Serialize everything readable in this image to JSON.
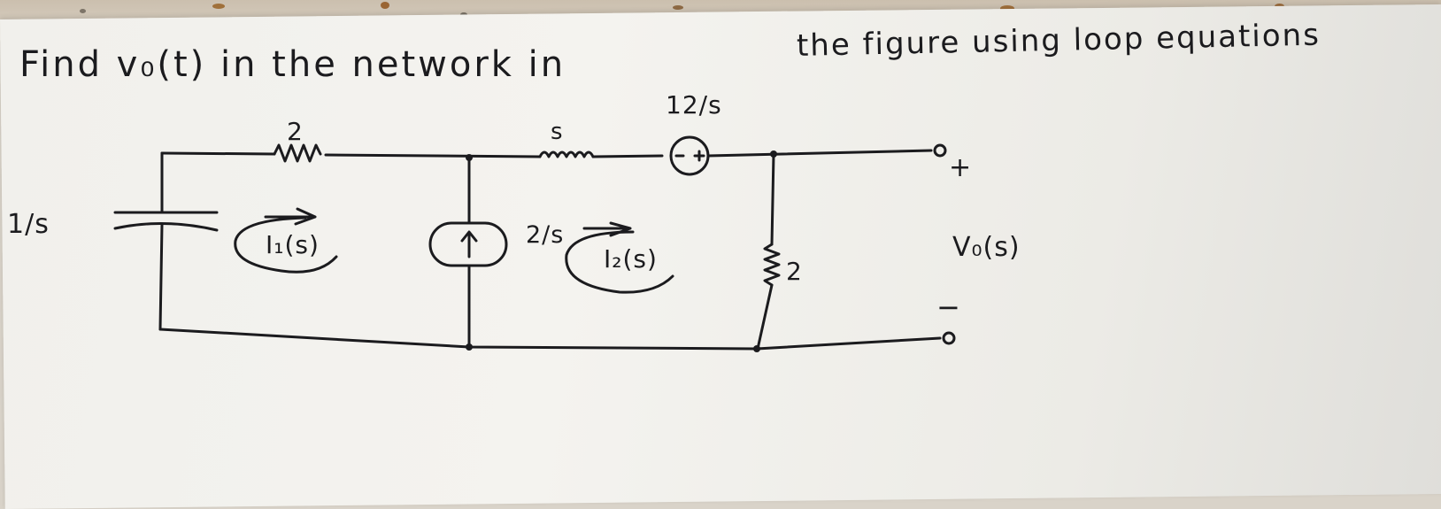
{
  "problem": {
    "statement": "Find v₀(t) in the network in",
    "statement_tail": "the figure using loop equations"
  },
  "circuit": {
    "resistor_top_label": "2",
    "inductor_label": "s",
    "voltage_source_label": "12/s",
    "capacitor_label": "1/s",
    "current_source_label": "2/s",
    "resistor_right_label": "2",
    "mesh_current_1": "I₁(s)",
    "mesh_current_2": "I₂(s)",
    "output_plus": "+",
    "output_minus": "−",
    "output_label": "V₀(s)"
  },
  "colors": {
    "ink": "#1b1b1e",
    "paper": "#f1f0ec",
    "counter": "#cbbfae"
  }
}
